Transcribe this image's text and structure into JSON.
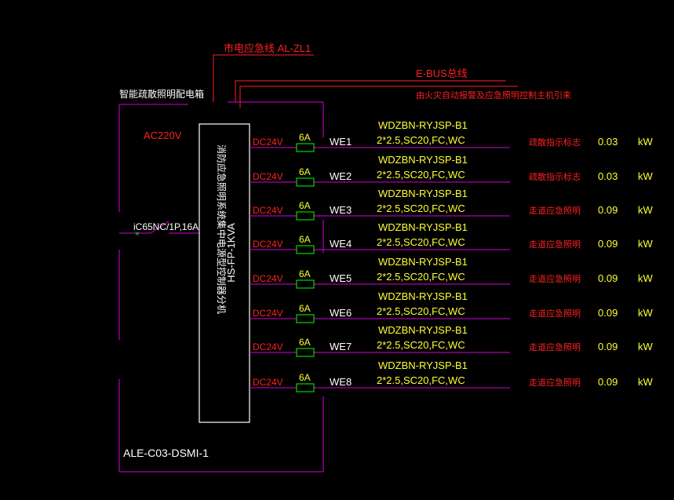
{
  "header": {
    "feeder_label": "市电应急线 AL-ZL1",
    "bus_label": "E-BUS总线",
    "bus_note": "由火灾自动报警及应急照明控制主机引来",
    "box_title": "智能疏散照明配电箱"
  },
  "panel": {
    "supply_voltage": "AC220V",
    "breaker": "iC65NC/1P,16A",
    "device_name": "消防应急照明系统集中电源型控制器分机",
    "device_model": "HS-FP-1KVA",
    "box_code": "ALE-C03-DSMI-1"
  },
  "circuits": [
    {
      "voltage": "DC24V",
      "fuse": "6A",
      "id": "WE1",
      "cable": "WDZBN-RYJSP-B1",
      "spec": "2*2.5,SC20,FC,WC",
      "load": "疏散指示标志",
      "power": "0.03",
      "unit": "kW"
    },
    {
      "voltage": "DC24V",
      "fuse": "6A",
      "id": "WE2",
      "cable": "WDZBN-RYJSP-B1",
      "spec": "2*2.5,SC20,FC,WC",
      "load": "疏散指示标志",
      "power": "0.03",
      "unit": "kW"
    },
    {
      "voltage": "DC24V",
      "fuse": "6A",
      "id": "WE3",
      "cable": "WDZBN-RYJSP-B1",
      "spec": "2*2.5,SC20,FC,WC",
      "load": "走道应急照明",
      "power": "0.09",
      "unit": "kW"
    },
    {
      "voltage": "DC24V",
      "fuse": "6A",
      "id": "WE4",
      "cable": "WDZBN-RYJSP-B1",
      "spec": "2*2.5,SC20,FC,WC",
      "load": "走道应急照明",
      "power": "0.09",
      "unit": "kW"
    },
    {
      "voltage": "DC24V",
      "fuse": "6A",
      "id": "WE5",
      "cable": "WDZBN-RYJSP-B1",
      "spec": "2*2.5,SC20,FC,WC",
      "load": "走道应急照明",
      "power": "0.09",
      "unit": "kW"
    },
    {
      "voltage": "DC24V",
      "fuse": "6A",
      "id": "WE6",
      "cable": "WDZBN-RYJSP-B1",
      "spec": "2*2.5,SC20,FC,WC",
      "load": "走道应急照明",
      "power": "0.09",
      "unit": "kW"
    },
    {
      "voltage": "DC24V",
      "fuse": "6A",
      "id": "WE7",
      "cable": "WDZBN-RYJSP-B1",
      "spec": "2*2.5,SC20,FC,WC",
      "load": "走道应急照明",
      "power": "0.09",
      "unit": "kW"
    },
    {
      "voltage": "DC24V",
      "fuse": "6A",
      "id": "WE8",
      "cable": "WDZBN-RYJSP-B1",
      "spec": "2*2.5,SC20,FC,WC",
      "load": "走道应急照明",
      "power": "0.09",
      "unit": "kW"
    }
  ],
  "colors": {
    "background": "#000000",
    "wire": "#d800d8",
    "frame": "#ffffff",
    "label_red": "#ff2020",
    "label_yellow": "#ffff33",
    "fuse_green": "#00ff00"
  }
}
